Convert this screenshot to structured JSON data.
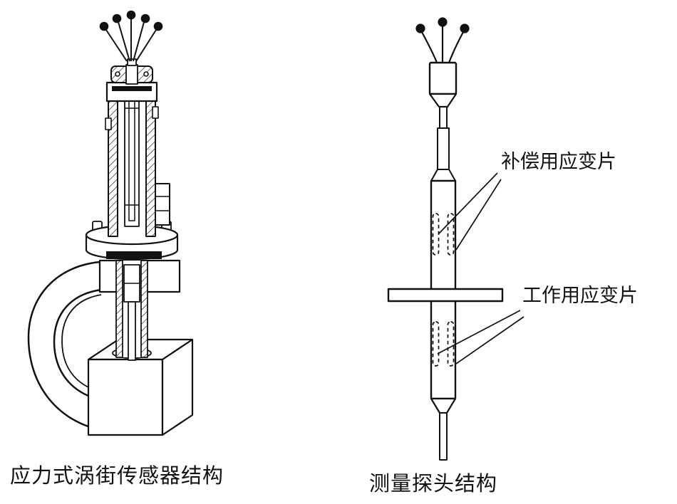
{
  "colors": {
    "background": "#ffffff",
    "ink": "#111111"
  },
  "figures": {
    "vortex_sensor": {
      "caption": "应力式涡街传感器结构"
    },
    "probe": {
      "caption": "测量探头结构",
      "labels": {
        "compensation_gauge": "补偿用应变片",
        "working_gauge": "工作用应变片"
      }
    }
  }
}
